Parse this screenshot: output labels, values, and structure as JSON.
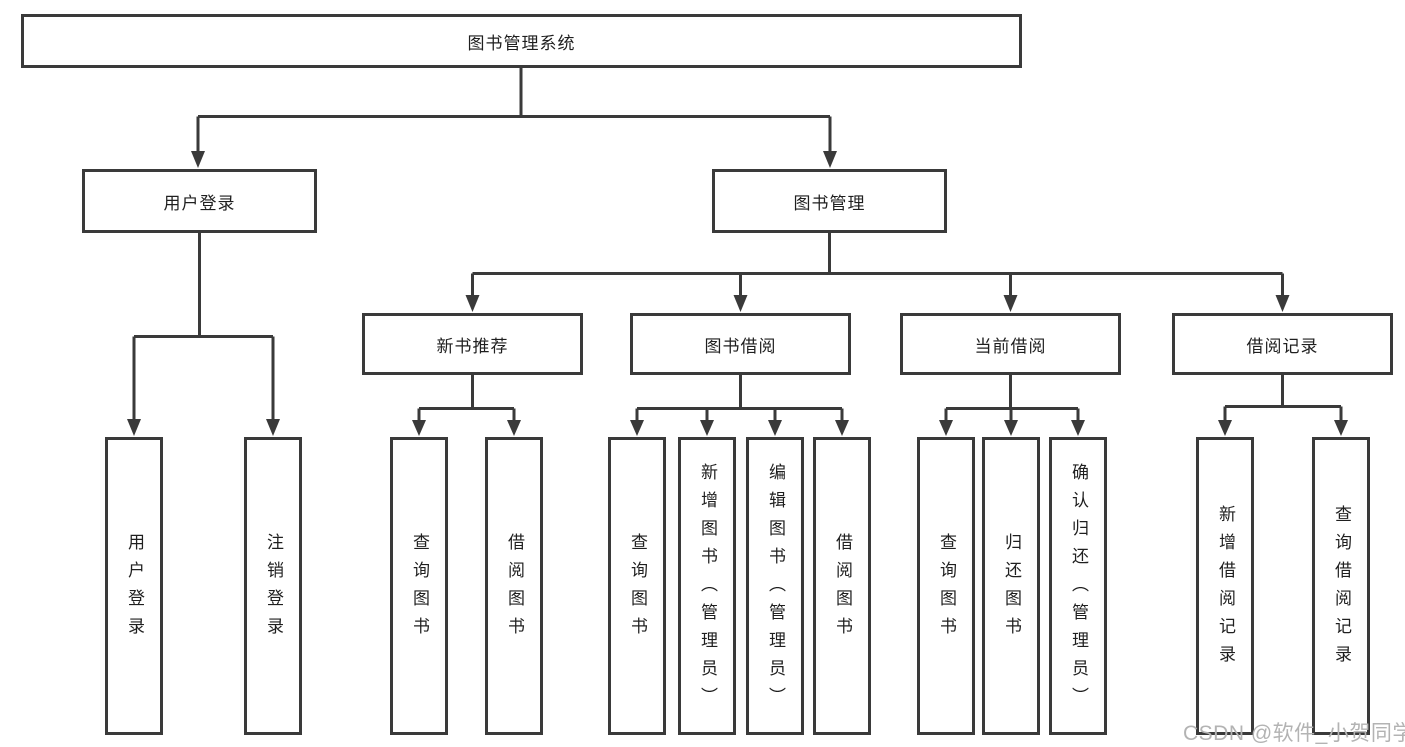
{
  "diagram": {
    "root": "图书管理系统",
    "level2": [
      "用户登录",
      "图书管理"
    ],
    "level3": [
      "新书推荐",
      "图书借阅",
      "当前借阅",
      "借阅记录"
    ],
    "leaves": {
      "user_login": [
        "用户登录",
        "注销登录"
      ],
      "new_book_recommend": [
        "查询图书",
        "借阅图书"
      ],
      "book_borrow": [
        "查询图书",
        "新增图书（管理员）",
        "编辑图书（管理员）",
        "借阅图书"
      ],
      "current_borrow": [
        "查询图书",
        "归还图书",
        "确认归还（管理员）"
      ],
      "borrow_record": [
        "新增借阅记录",
        "查询借阅记录"
      ]
    }
  },
  "watermark": "CSDN @软件_小贺同学",
  "colors": {
    "line": "#3a3a3a",
    "text": "#1f1f1f",
    "watermark": "#b3b3b3"
  }
}
